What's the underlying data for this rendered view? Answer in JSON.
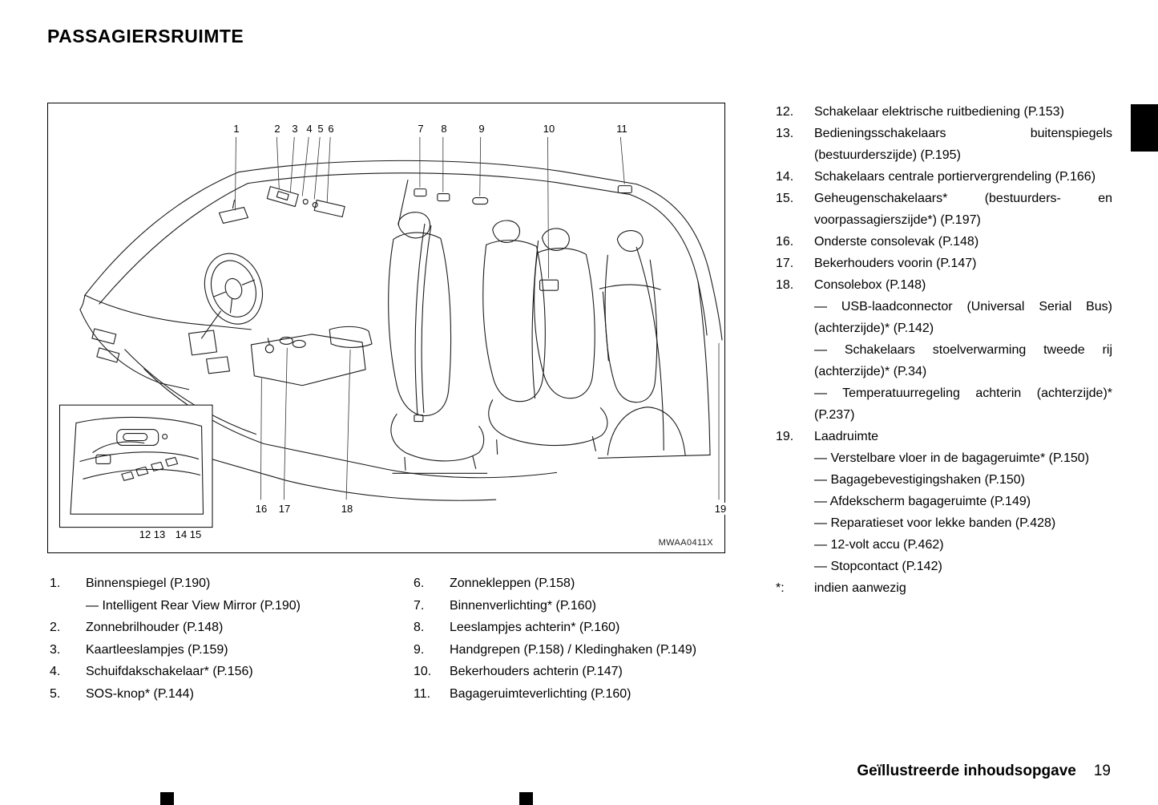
{
  "page": {
    "title": "PASSAGIERSRUIMTE",
    "footer_label": "Geïllustreerde inhoudsopgave",
    "footer_page": "19"
  },
  "figure": {
    "code": "MWAA0411X",
    "callouts": {
      "n1": "1",
      "n2": "2",
      "n3": "3",
      "n4": "4",
      "n5": "5",
      "n6": "6",
      "n7": "7",
      "n8": "8",
      "n9": "9",
      "n10": "10",
      "n11": "11",
      "n12": "12",
      "n13": "13",
      "n14": "14",
      "n15": "15",
      "n16": "16",
      "n17": "17",
      "n18": "18",
      "n19": "19"
    }
  },
  "lists": {
    "left": [
      {
        "num": "1.",
        "text": "Binnenspiegel (P.190)",
        "subs": [
          "— Intelligent Rear View Mirror (P.190)"
        ]
      },
      {
        "num": "2.",
        "text": "Zonnebrilhouder (P.148)"
      },
      {
        "num": "3.",
        "text": "Kaartleeslampjes (P.159)"
      },
      {
        "num": "4.",
        "text": "Schuifdakschakelaar* (P.156)"
      },
      {
        "num": "5.",
        "text": "SOS-knop* (P.144)"
      }
    ],
    "middle": [
      {
        "num": "6.",
        "text": "Zonnekleppen (P.158)"
      },
      {
        "num": "7.",
        "text": "Binnenverlichting* (P.160)"
      },
      {
        "num": "8.",
        "text": "Leeslampjes achterin* (P.160)"
      },
      {
        "num": "9.",
        "text": "Handgrepen (P.158) / Kledinghaken (P.149)"
      },
      {
        "num": "10.",
        "text": "Bekerhouders achterin (P.147)"
      },
      {
        "num": "11.",
        "text": "Bagageruimteverlichting (P.160)"
      }
    ],
    "right": [
      {
        "num": "12.",
        "text": "Schakelaar elektrische ruitbediening (P.153)"
      },
      {
        "num": "13.",
        "text": "Bedieningsschakelaars buitenspiegels (bestuurderszijde) (P.195)"
      },
      {
        "num": "14.",
        "text": "Schakelaars centrale portiervergrendeling (P.166)"
      },
      {
        "num": "15.",
        "text": "Geheugenschakelaars* (bestuurders- en voorpassagierszijde*) (P.197)"
      },
      {
        "num": "16.",
        "text": "Onderste consolevak (P.148)"
      },
      {
        "num": "17.",
        "text": "Bekerhouders voorin (P.147)"
      },
      {
        "num": "18.",
        "text": "Consolebox (P.148)",
        "subs": [
          "— USB-laadconnector (Universal Serial Bus) (achterzijde)* (P.142)",
          "— Schakelaars stoelverwarming tweede rij (achterzijde)* (P.34)",
          "— Temperatuurregeling achterin (achterzijde)* (P.237)"
        ]
      },
      {
        "num": "19.",
        "text": "Laadruimte",
        "subs": [
          "— Verstelbare vloer in de bagageruimte* (P.150)",
          "— Bagagebevestigingshaken (P.150)",
          "— Afdekscherm bagageruimte (P.149)",
          "— Reparatieset voor lekke banden (P.428)",
          "— 12-volt accu (P.462)",
          "— Stopcontact (P.142)"
        ]
      },
      {
        "num": "*:",
        "text": "indien aanwezig"
      }
    ]
  }
}
